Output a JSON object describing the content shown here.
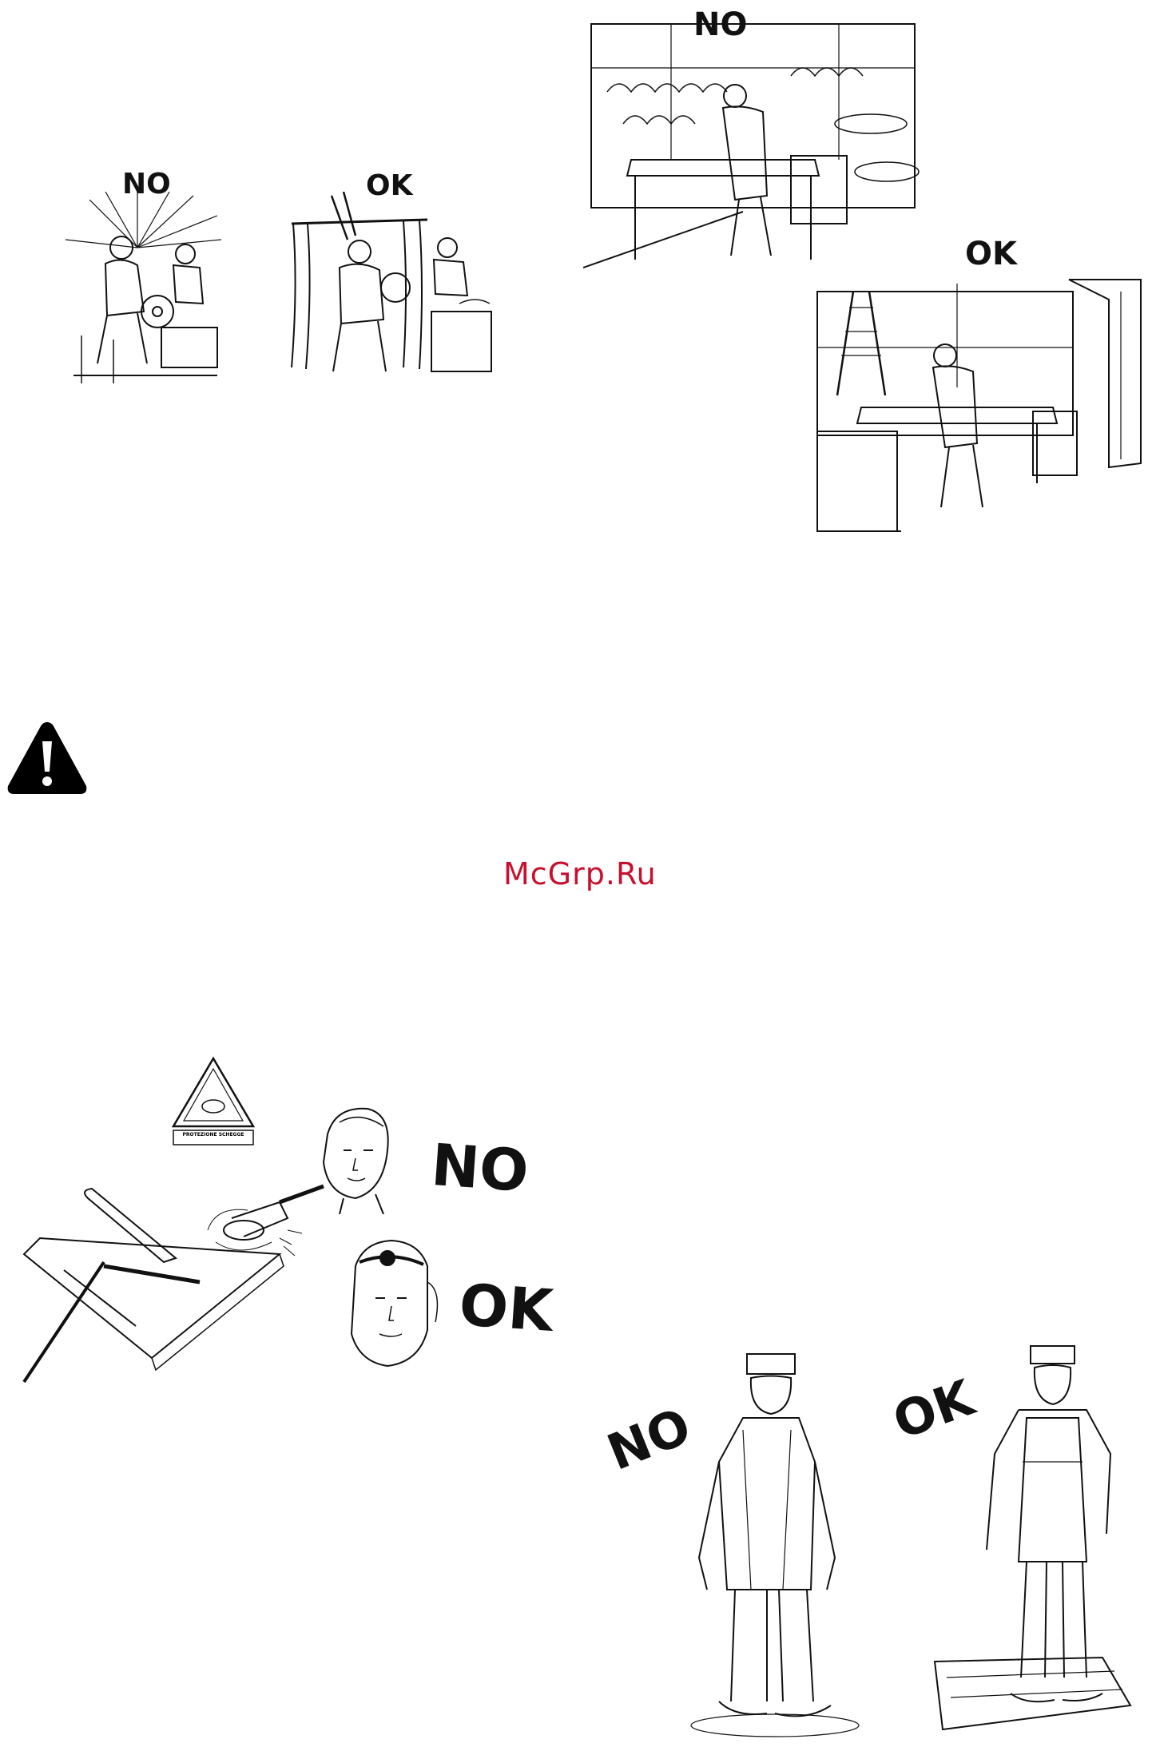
{
  "labels": {
    "grinding_no": "NO",
    "grinding_ok": "OK",
    "booth_no": "NO",
    "booth_ok": "OK",
    "faceshield_no": "NO",
    "faceshield_ok": "OK",
    "clothing_no": "NO",
    "clothing_ok": "OK"
  },
  "watermark": "McGrp.Ru",
  "sign_text": "PROTEZIONE SCHEGGE",
  "icons": {
    "warning": "warning-triangle-icon"
  },
  "colors": {
    "watermark": "#c8102e",
    "ink": "#111111"
  }
}
